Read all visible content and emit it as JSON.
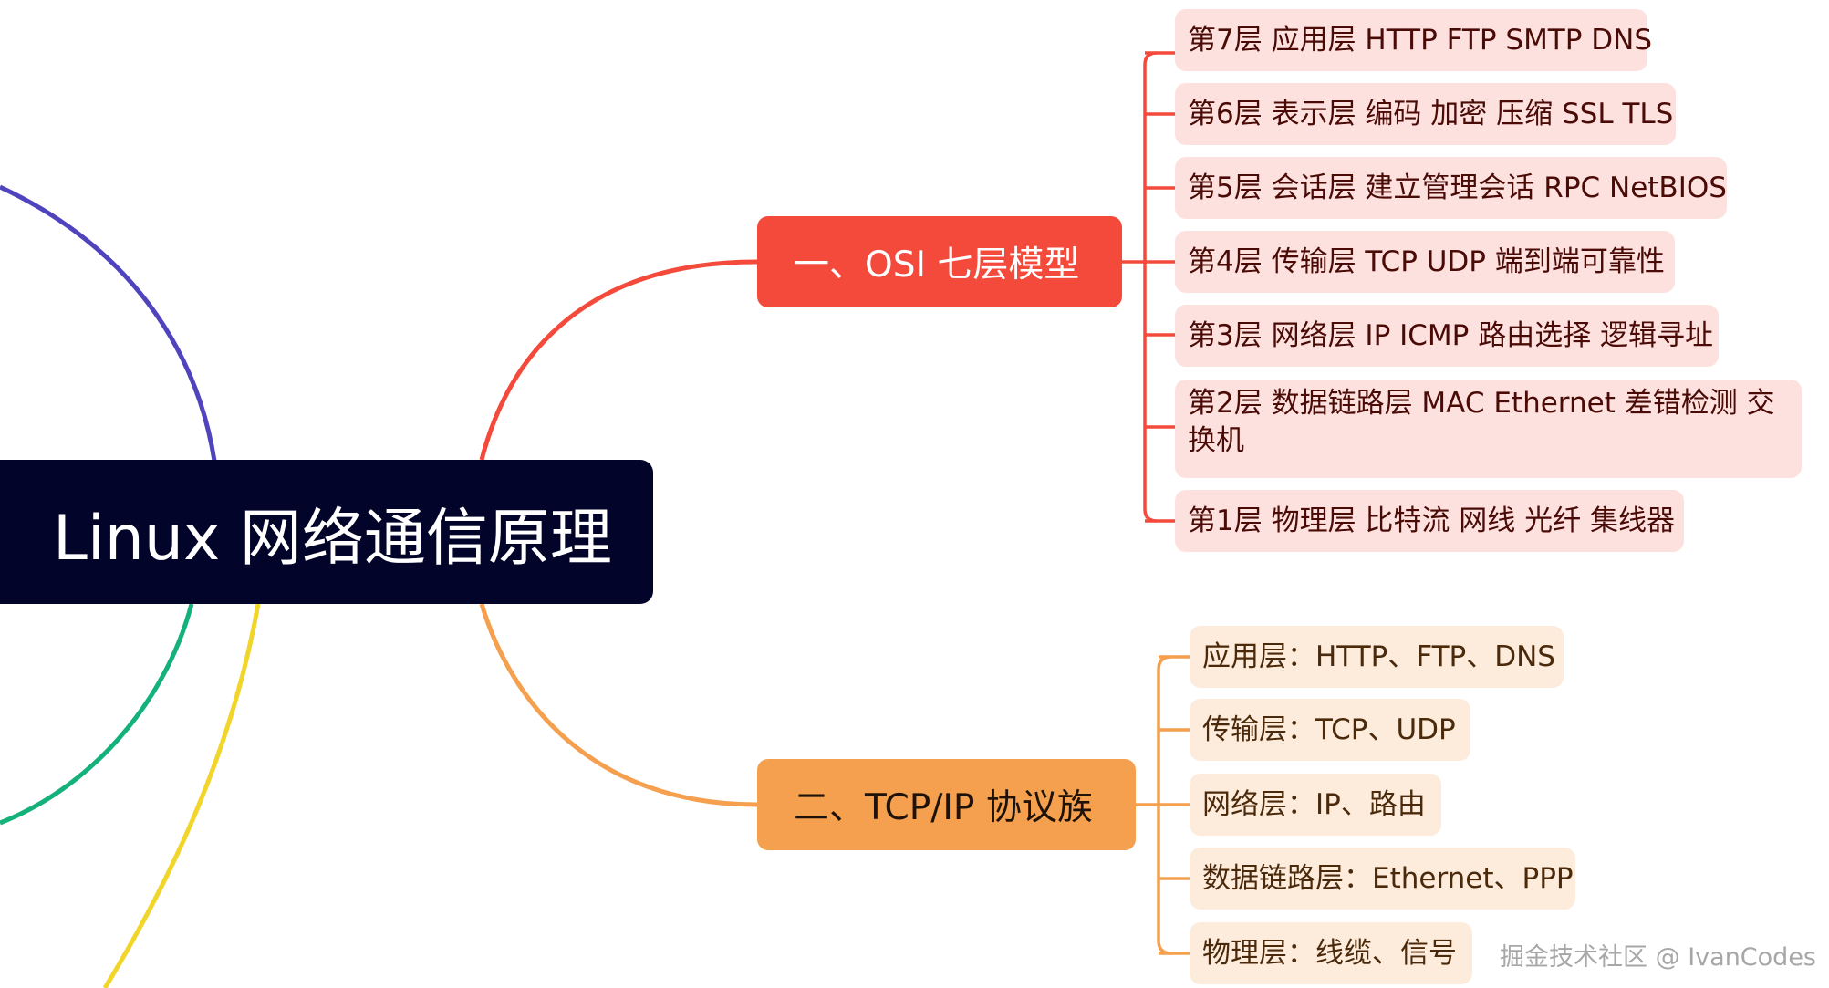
{
  "root": {
    "label": "Linux 网络通信原理"
  },
  "branches": [
    {
      "label": "一、OSI 七层模型",
      "color": "#f44a3c",
      "children": [
        "第7层 应用层 HTTP FTP SMTP DNS",
        "第6层 表示层 编码 加密 压缩 SSL TLS",
        "第5层 会话层 建立管理会话 RPC NetBIOS",
        "第4层 传输层 TCP UDP 端到端可靠性",
        "第3层 网络层 IP ICMP 路由选择 逻辑寻址",
        "第2层 数据链路层 MAC Ethernet 差错检测 交换机",
        "第1层 物理层 比特流 网线 光纤 集线器"
      ]
    },
    {
      "label": "二、TCP/IP 协议族",
      "color": "#f5a04f",
      "children": [
        "应用层：HTTP、FTP、DNS",
        "传输层：TCP、UDP",
        "网络层：IP、路由",
        "数据链路层：Ethernet、PPP",
        "物理层：线缆、信号"
      ]
    }
  ],
  "offscreen_branch_colors": [
    "#4f44be",
    "#14b27a",
    "#f1d52a"
  ],
  "watermark": "掘金技术社区 @ IvanCodes"
}
